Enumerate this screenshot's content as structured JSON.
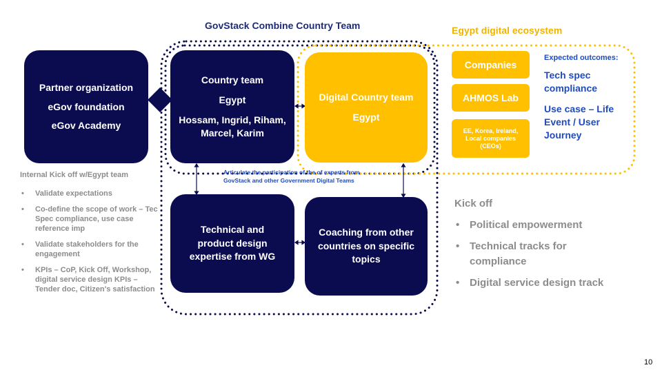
{
  "titles": {
    "team": "GovStack Combine Country Team",
    "ecosystem": "Egypt digital ecosystem"
  },
  "partner": {
    "line1": "Partner organization",
    "line2": "eGov foundation",
    "line3": "eGov Academy"
  },
  "country_team": {
    "line1": "Country team",
    "line2": "Egypt",
    "line3": "Hossam, Ingrid, Riham, Marcel, Karim"
  },
  "digital_team": {
    "line1": "Digital Country team",
    "line2": "Egypt"
  },
  "technical": {
    "label": "Technical and product design expertise from WG"
  },
  "coaching": {
    "label": "Coaching from other countries on specific topics"
  },
  "articulate_note": "Articulate the participation of the of experts from GovStack and other Government Digital Teams",
  "ecosystem": {
    "companies": "Companies",
    "ahmos": "AHMOS Lab",
    "ee": "EE, Korea, Ireland, Local companies (CEOs)"
  },
  "outcomes": {
    "title": "Expected outcomes:",
    "item1": "Tech spec compliance",
    "item2": "Use case – Life Event / User Journey"
  },
  "internal_kickoff": {
    "title": "Internal Kick off w/Egypt team",
    "bullet": "•",
    "items": [
      "Validate expectations",
      "Co-define the scope of work – Tec Spec compliance, use case reference imp",
      "Validate stakeholders for the engagement",
      "KPIs – CoP, Kick Off, Workshop, digital service design KPIs – Tender doc, Citizen's satisfaction"
    ]
  },
  "kickoff": {
    "title": "Kick off",
    "bullet": "•",
    "items": [
      "Political empowerment",
      "Technical tracks for compliance",
      "Digital service design track"
    ]
  },
  "page_number": "10",
  "colors": {
    "navy": "#0b0c4f",
    "gold": "#ffc000",
    "blue_text": "#1f4bbf",
    "title_navy": "#1c2b7a",
    "gray_text": "#8c8c8c"
  }
}
